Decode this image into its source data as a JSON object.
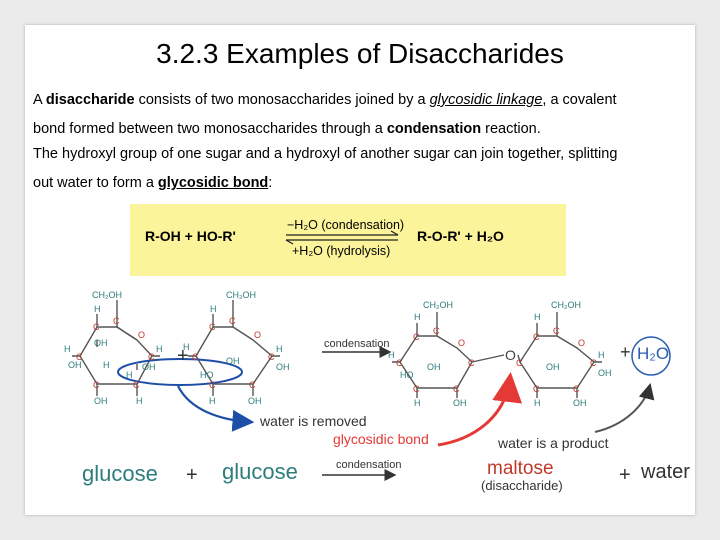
{
  "title": "3.2.3 Examples of Disaccharides",
  "paragraph1": {
    "a": "A ",
    "b": "disaccharide",
    "c": " consists of two monosaccharides  joined by a ",
    "d": "glycosidic linkage",
    "e": ", a covalent",
    "line2a": "bond formed between two monosaccharides through a ",
    "line2b": "condensation",
    "line2c": " reaction."
  },
  "paragraph2": {
    "line1": "The hydroxyl group of one sugar and a hydroxyl of another sugar can join together, splitting",
    "line2a": "out water to form a ",
    "line2b": "glycosidic bond",
    "line2c": ":"
  },
  "equation": {
    "left": "R-OH  +  HO-R'",
    "forward": "−H₂O (condensation)",
    "reverse": "+H₂O (hydrolysis)",
    "right": "R-O-R'  +  H₂O"
  },
  "diagram": {
    "ch2oh": "CH₂OH",
    "c": "C",
    "h": "H",
    "o": "O",
    "oh": "OH",
    "ho": "HO",
    "plus": "+",
    "condensation_arrow": "condensation",
    "water_removed": "water is removed",
    "glycosidic_bond": "glycosidic bond",
    "water_product": "water is a product",
    "h2o": "H₂O",
    "glucose1": "glucose",
    "glucose2": "glucose",
    "plus_bottom": "+",
    "condensation_bottom": "condensation",
    "maltose": "maltose",
    "disaccharide": "(disaccharide)",
    "plus_water": "+",
    "water": "water"
  },
  "colors": {
    "carbon": "#c0392b",
    "label_text": "#2e7d7d",
    "arrow_red": "#e53935",
    "arrow_blue": "#1e4fa8",
    "h2o_blue": "#2a5db0",
    "box_yellow": "#fbf49a"
  }
}
